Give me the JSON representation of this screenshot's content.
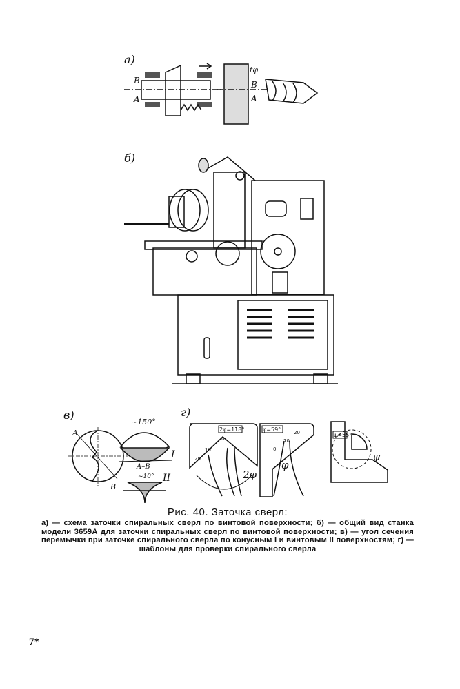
{
  "figure": {
    "panel_a": {
      "label": "а)",
      "marks": {
        "B1": "B",
        "A1": "A",
        "B2": "B",
        "A2": "A",
        "t": "tφ"
      }
    },
    "panel_b": {
      "label": "б)"
    },
    "panel_v": {
      "label": "в)",
      "marks": {
        "A": "A",
        "B": "B",
        "angle1": "~150°",
        "I": "I",
        "section": "A–B",
        "angle2": "~10°",
        "II": "II"
      }
    },
    "panel_g": {
      "label": "г)",
      "templates": [
        {
          "badge": "2φ=118°",
          "ticks": [
            "20",
            "10",
            "0"
          ],
          "angle": "2φ"
        },
        {
          "badge": "φ=59°",
          "ticks": [
            "0",
            "10",
            "20"
          ],
          "angle": "φ"
        },
        {
          "badge": "ψ=55°",
          "angle": "ψ"
        }
      ]
    }
  },
  "caption": {
    "title": "Рис. 40. Заточка сверл:",
    "body": "а) — схема заточки спиральных сверл по винтовой поверхности; б) — общий вид станка модели 3659А для заточки спиральных сверл по винтовой поверхности; в) — угол сечения перемычки при заточке спирального сверла по конусным I и винтовым II поверхностям; г) — шаблоны для проверки спирального сверла"
  },
  "page_number": "7*"
}
